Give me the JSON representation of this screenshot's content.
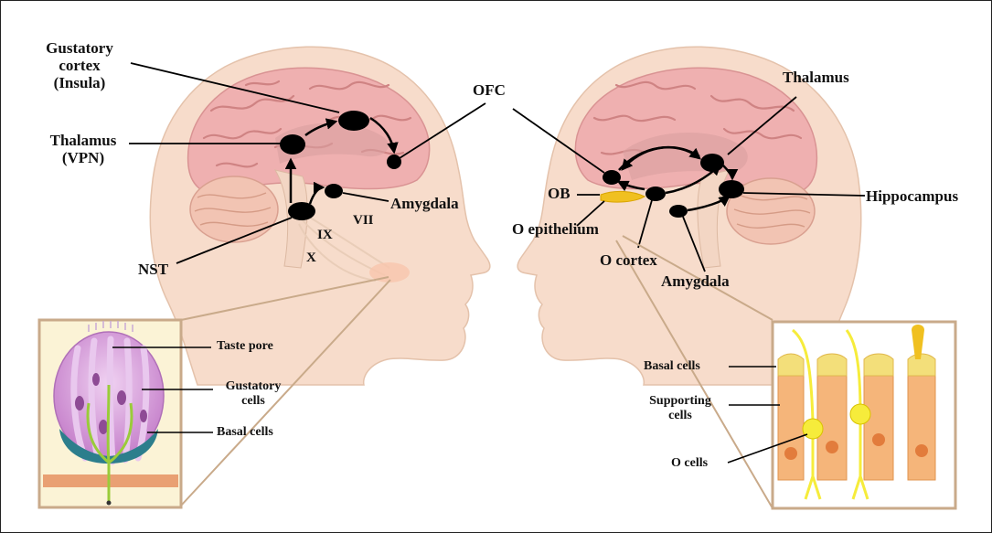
{
  "colors": {
    "skin": "#f7dccb",
    "skin_edge": "#e4c2ab",
    "brain": "#efb0b0",
    "brain_fold": "#cf8383",
    "cerebellum": "#f2c4b3",
    "node": "#000000",
    "outline_taste": "#c9aa8a",
    "taste_bg": "#fbf3d6",
    "taste_cells": "#d9a4dc",
    "basal_teal": "#2c7e8c",
    "olfactory_bg": "#f5b57a",
    "olfactory_yellow": "#f6ec3b",
    "olfactory_epithelium": "#f0c020"
  },
  "left_head": {
    "labels": {
      "gustatory_cortex": [
        "Gustatory",
        "cortex",
        "(Insula)"
      ],
      "thalamus": [
        "Thalamus",
        "(VPN)"
      ],
      "ofc": "OFC",
      "amygdala": "Amygdala",
      "nst": "NST",
      "nerve_ix": "IX",
      "nerve_vii": "VII",
      "nerve_x": "X"
    }
  },
  "right_head": {
    "labels": {
      "thalamus": "Thalamus",
      "hippocampus": "Hippocampus",
      "ob": "OB",
      "o_epithelium": "O epithelium",
      "o_cortex": "O cortex",
      "amygdala": "Amygdala"
    }
  },
  "taste_inset": {
    "labels": {
      "taste_pore": "Taste pore",
      "gustatory_cells": [
        "Gustatory",
        "cells"
      ],
      "basal_cells": "Basal cells"
    }
  },
  "olfactory_inset": {
    "labels": {
      "basal_cells": "Basal cells",
      "supporting_cells": [
        "Supporting",
        "cells"
      ],
      "o_cells": "O cells"
    }
  }
}
